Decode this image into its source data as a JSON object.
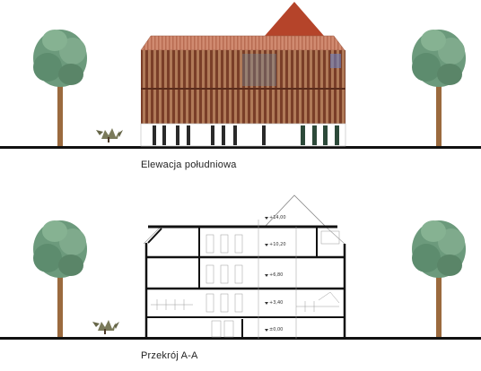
{
  "captions": {
    "elevation": "Elewacja południowa",
    "section": "Przekrój A-A"
  },
  "levels": [
    "+14,00",
    "+10,20",
    "+6,80",
    "+3,40",
    "±0,00"
  ],
  "colors": {
    "roof_tile": "#c8806a",
    "facade_slat": "#8a4a32",
    "gable": "#b5442a",
    "tree_canopy": "#6c9a7c",
    "trunk": "#9b6a3e",
    "section_line": "#111111"
  }
}
